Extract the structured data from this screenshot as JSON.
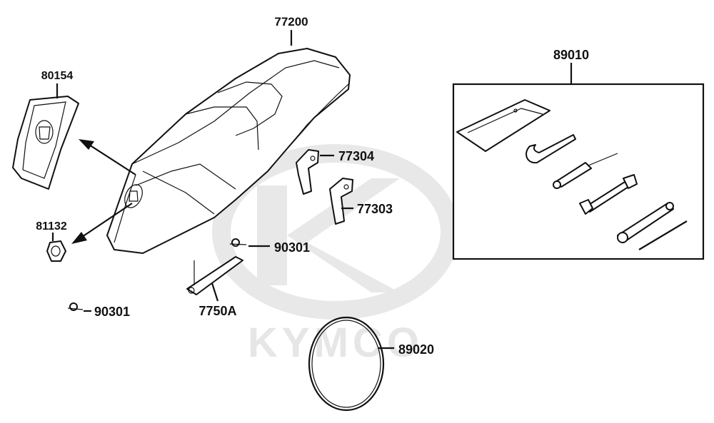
{
  "watermark": {
    "brand": "KYMCO"
  },
  "parts": [
    {
      "id": "seat",
      "number": "77200"
    },
    {
      "id": "rear-cover",
      "number": "80154"
    },
    {
      "id": "key-cap",
      "number": "81132"
    },
    {
      "id": "hook-upper",
      "number": "77304"
    },
    {
      "id": "hook-lower",
      "number": "77303"
    },
    {
      "id": "bolt-center",
      "number": "90301"
    },
    {
      "id": "bolt-left",
      "number": "90301"
    },
    {
      "id": "seat-lock-lever",
      "number": "7750A"
    },
    {
      "id": "seal-band",
      "number": "89020"
    },
    {
      "id": "tool-kit",
      "number": "89010"
    }
  ]
}
